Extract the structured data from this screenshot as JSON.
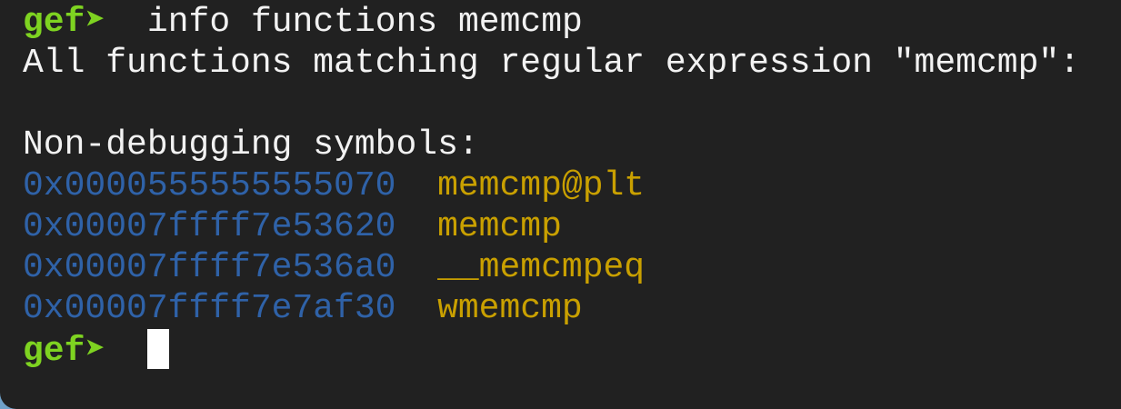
{
  "prompt": {
    "label": "gef",
    "arrow": "➤"
  },
  "command": "info functions memcmp",
  "output": {
    "header": "All functions matching regular expression \"memcmp\":",
    "section": "Non-debugging symbols:",
    "symbols": [
      {
        "address": "0x0000555555555070",
        "name": "memcmp@plt"
      },
      {
        "address": "0x00007ffff7e53620",
        "name": "memcmp"
      },
      {
        "address": "0x00007ffff7e536a0",
        "name": "__memcmpeq"
      },
      {
        "address": "0x00007ffff7e7af30",
        "name": "wmemcmp"
      }
    ]
  },
  "colors": {
    "prompt": "#7ed321",
    "address": "#2f62a8",
    "symbol": "#c9a000",
    "background": "#212121"
  }
}
